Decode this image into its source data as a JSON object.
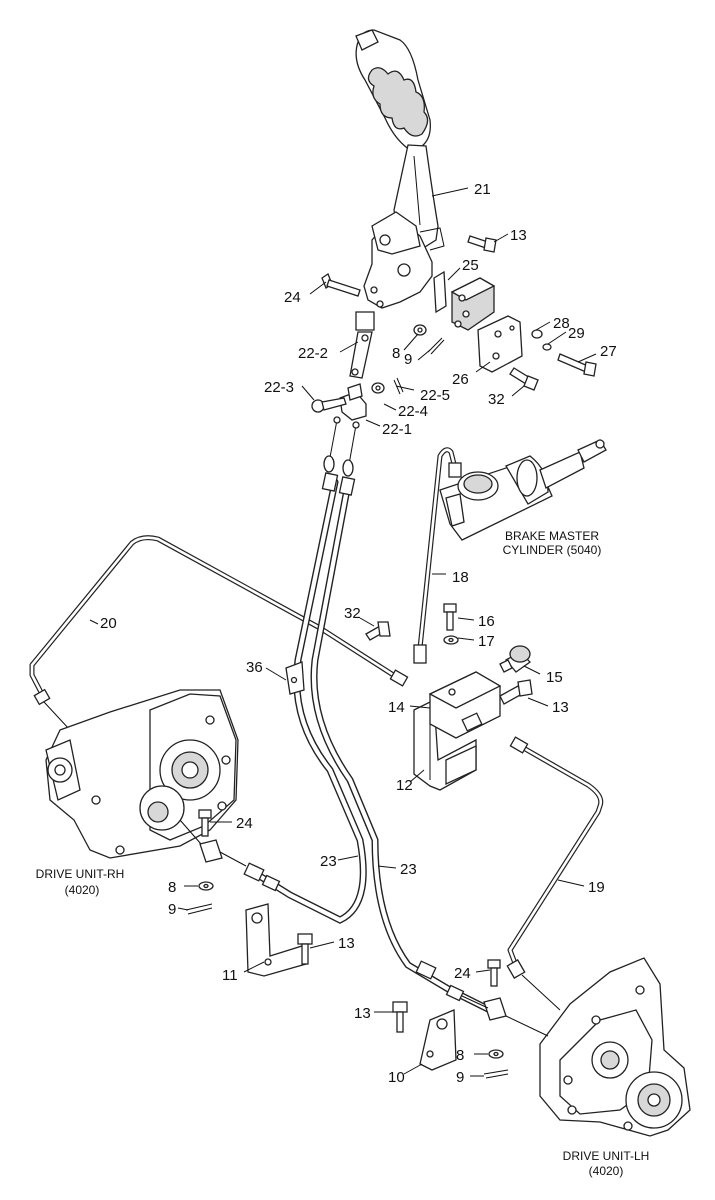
{
  "callouts": {
    "c21": "21",
    "c13a": "13",
    "c25": "25",
    "c24a": "24",
    "c28": "28",
    "c29": "29",
    "c27": "27",
    "c22_2": "22-2",
    "c8a": "8",
    "c9a": "9",
    "c26": "26",
    "c22_3": "22-3",
    "c22_5": "22-5",
    "c22_4": "22-4",
    "c32a": "32",
    "c22_1": "22-1",
    "c18": "18",
    "c20": "20",
    "c16": "16",
    "c32b": "32",
    "c17": "17",
    "c36": "36",
    "c15": "15",
    "c14": "14",
    "c13b": "13",
    "c12": "12",
    "c24b": "24",
    "c8b": "8",
    "c9b": "9",
    "c23a": "23",
    "c23b": "23",
    "c19": "19",
    "c13c": "13",
    "c11": "11",
    "c24c": "24",
    "c13d": "13",
    "c8c": "8",
    "c10": "10",
    "c9c": "9"
  },
  "captions": {
    "brake_master_l1": "BRAKE MASTER",
    "brake_master_l2": "CYLINDER (5040)",
    "drive_rh_l1": "DRIVE UNIT-RH",
    "drive_rh_l2": "(4020)",
    "drive_lh_l1": "DRIVE UNIT-LH",
    "drive_lh_l2": "(4020)"
  }
}
